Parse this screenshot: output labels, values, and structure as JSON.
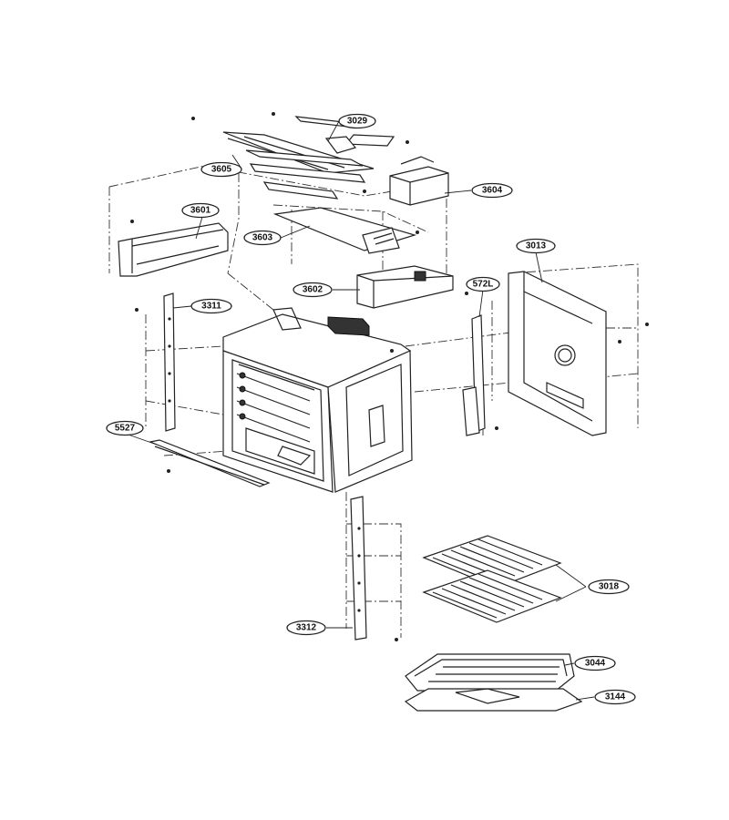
{
  "callouts": [
    {
      "id": "3029",
      "label": "3029"
    },
    {
      "id": "3605",
      "label": "3605"
    },
    {
      "id": "3604",
      "label": "3604"
    },
    {
      "id": "3601",
      "label": "3601"
    },
    {
      "id": "3603",
      "label": "3603"
    },
    {
      "id": "3013",
      "label": "3013"
    },
    {
      "id": "3602",
      "label": "3602"
    },
    {
      "id": "572L",
      "label": "572L"
    },
    {
      "id": "3311",
      "label": "3311"
    },
    {
      "id": "5527",
      "label": "5527"
    },
    {
      "id": "3018",
      "label": "3018"
    },
    {
      "id": "3312",
      "label": "3312"
    },
    {
      "id": "3044",
      "label": "3044"
    },
    {
      "id": "3144",
      "label": "3144"
    }
  ],
  "colors": {
    "line": "#222222",
    "background": "#ffffff"
  }
}
